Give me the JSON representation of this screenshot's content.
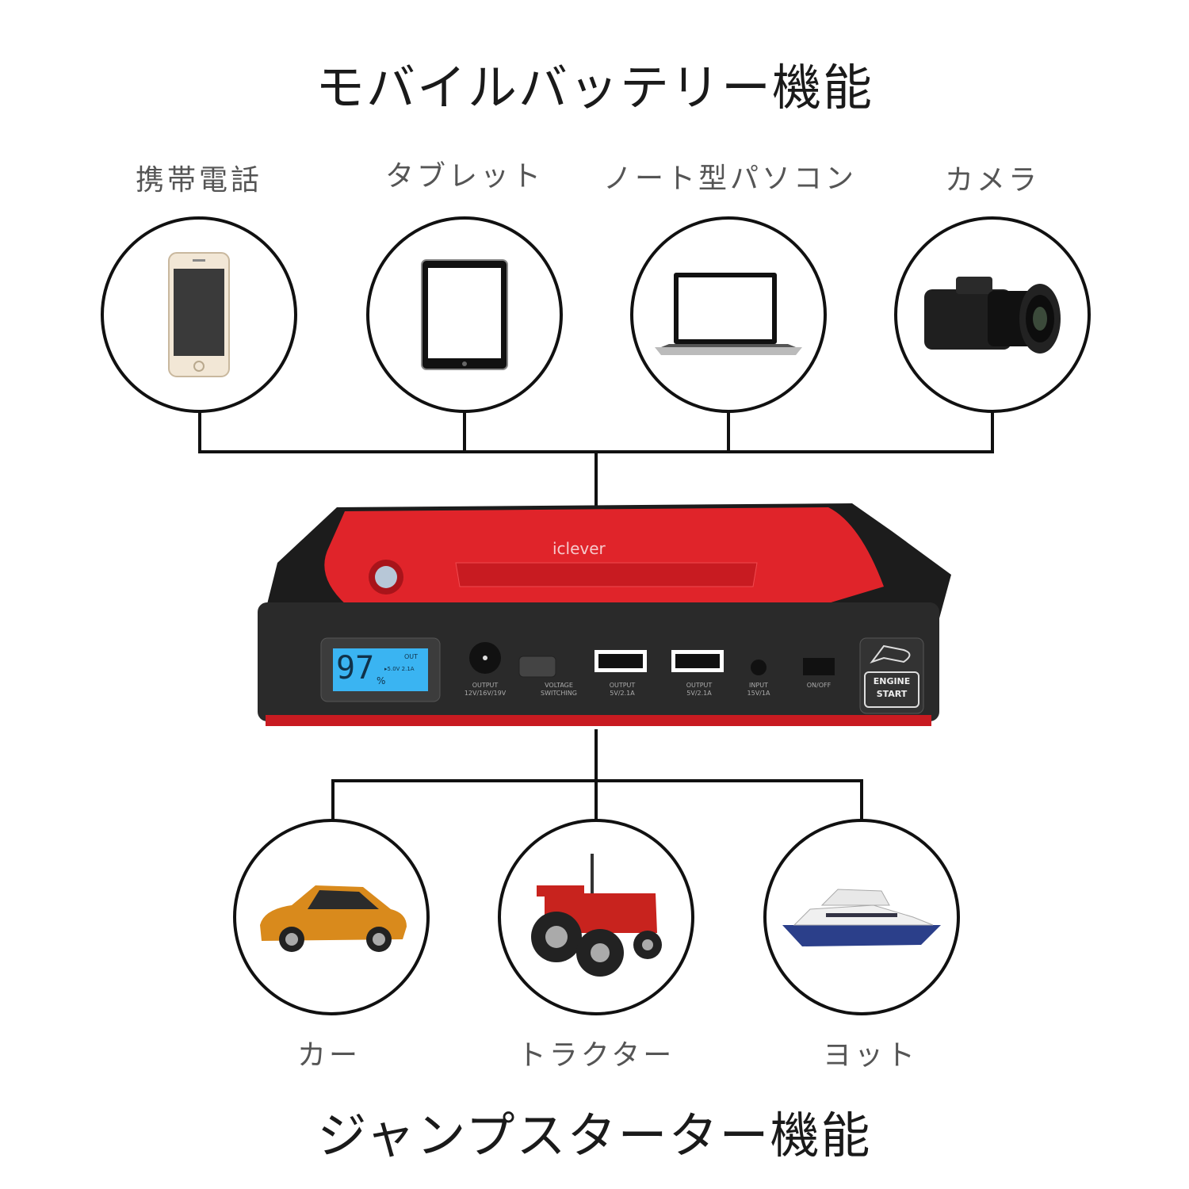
{
  "top_title": "モバイルバッテリー機能",
  "bottom_title": "ジャンプスターター機能",
  "mobile_devices": [
    {
      "label": "携帯電話",
      "icon": "smartphone-icon"
    },
    {
      "label": "タブレット",
      "icon": "tablet-icon"
    },
    {
      "label": "ノート型パソコン",
      "icon": "laptop-icon"
    },
    {
      "label": "カメラ",
      "icon": "camera-icon"
    }
  ],
  "vehicles": [
    {
      "label": "カー",
      "icon": "car-icon"
    },
    {
      "label": "トラクター",
      "icon": "tractor-icon"
    },
    {
      "label": "ヨット",
      "icon": "yacht-icon"
    }
  ],
  "product": {
    "brand": "iclever",
    "lcd_percent": "97",
    "lcd_percent_sign": "%",
    "lcd_out": "OUT",
    "lcd_output": "▸5.0V 2.1A",
    "ports": [
      {
        "label": "OUTPUT",
        "sub": "12V/16V/19V"
      },
      {
        "label": "VOLTAGE",
        "sub": "SWITCHING"
      },
      {
        "label": "OUTPUT",
        "sub": "5V/2.1A"
      },
      {
        "label": "OUTPUT",
        "sub": "5V/2.1A"
      },
      {
        "label": "INPUT",
        "sub": "15V/1A"
      },
      {
        "label": "ON/OFF",
        "sub": ""
      }
    ],
    "engine_start": [
      "ENGINE",
      "START"
    ],
    "colors": {
      "body": "#e0242a",
      "base": "#2a2a2a",
      "lcd": "#3ab4f2"
    }
  }
}
